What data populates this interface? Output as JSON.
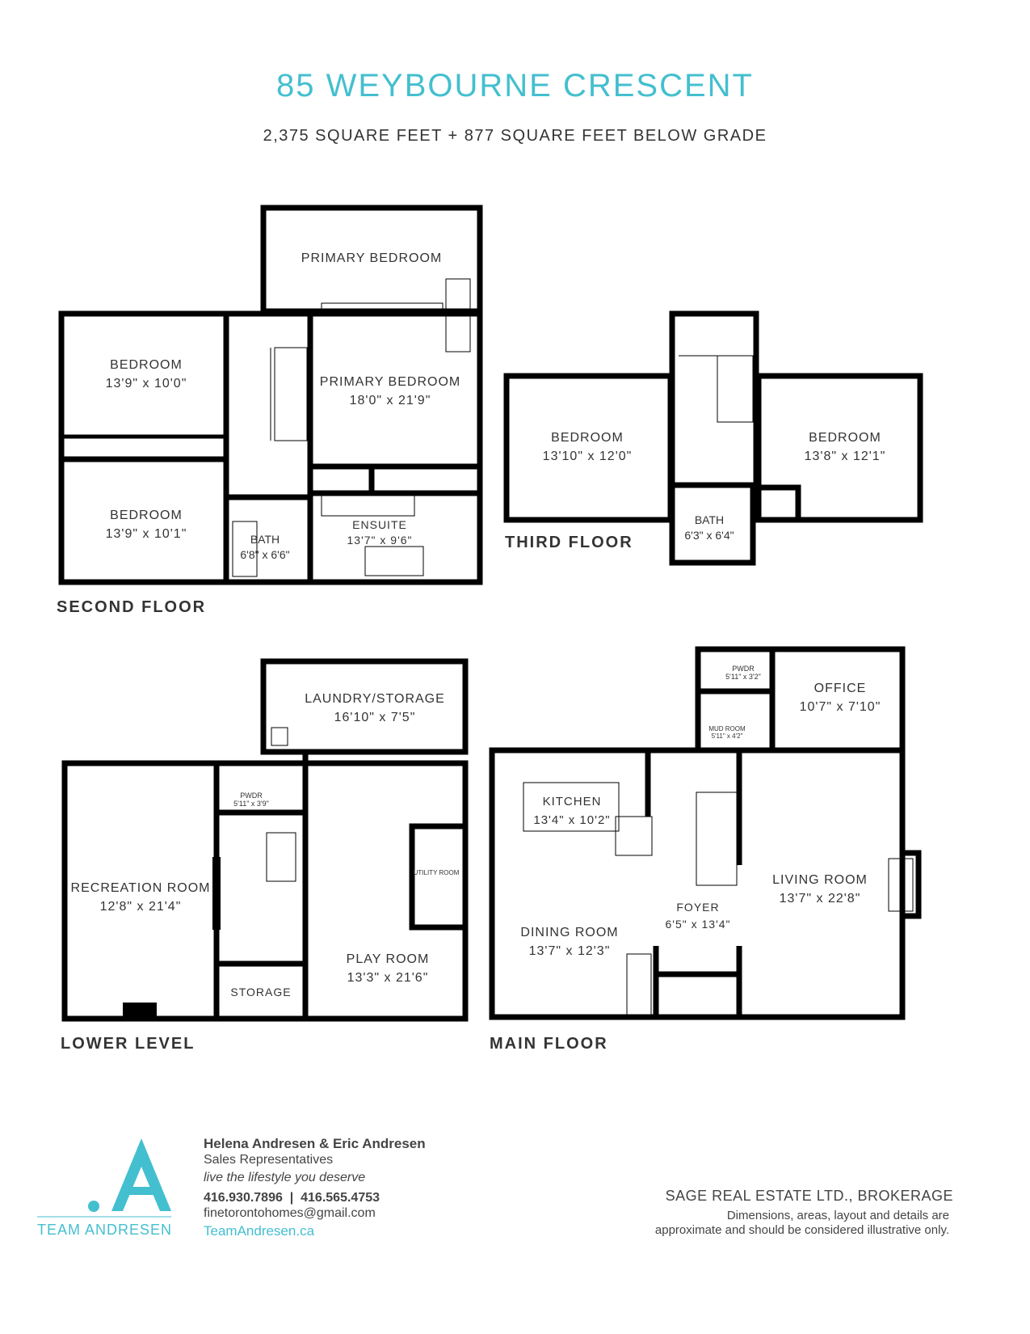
{
  "header": {
    "title": "85 WEYBOURNE CRESCENT",
    "subtitle": "2,375 SQUARE FEET + 877 SQUARE FEET BELOW GRADE"
  },
  "floors": {
    "second": {
      "label": "SECOND FLOOR",
      "rooms": [
        {
          "name": "PRIMARY BEDROOM",
          "dims": ""
        },
        {
          "name": "BEDROOM",
          "dims": "13'9\" x 10'0\""
        },
        {
          "name": "PRIMARY BEDROOM",
          "dims": "18'0\" x 21'9\""
        },
        {
          "name": "BEDROOM",
          "dims": "13'9\" x 10'1\""
        },
        {
          "name": "BATH",
          "dims": "6'8\" x 6'6\""
        },
        {
          "name": "ENSUITE",
          "dims": "13'7\" x 9'6\""
        }
      ]
    },
    "third": {
      "label": "THIRD FLOOR",
      "rooms": [
        {
          "name": "BEDROOM",
          "dims": "13'10\" x 12'0\""
        },
        {
          "name": "BEDROOM",
          "dims": "13'8\" x 12'1\""
        },
        {
          "name": "BATH",
          "dims": "6'3\" x 6'4\""
        }
      ]
    },
    "lower": {
      "label": "LOWER LEVEL",
      "rooms": [
        {
          "name": "LAUNDRY/STORAGE",
          "dims": "16'10\" x 7'5\""
        },
        {
          "name": "PWDR",
          "dims": "5'11\" x 3'9\""
        },
        {
          "name": "RECREATION ROOM",
          "dims": "12'8\" x 21'4\""
        },
        {
          "name": "UTILITY ROOM",
          "dims": ""
        },
        {
          "name": "PLAY ROOM",
          "dims": "13'3\" x 21'6\""
        },
        {
          "name": "STORAGE",
          "dims": ""
        }
      ]
    },
    "main": {
      "label": "MAIN FLOOR",
      "rooms": [
        {
          "name": "PWDR",
          "dims": "5'11\" x 3'2\""
        },
        {
          "name": "OFFICE",
          "dims": "10'7\" x 7'10\""
        },
        {
          "name": "MUD ROOM",
          "dims": "5'11\" x 4'2\""
        },
        {
          "name": "KITCHEN",
          "dims": "13'4\" x 10'2\""
        },
        {
          "name": "LIVING ROOM",
          "dims": "13'7\" x 22'8\""
        },
        {
          "name": "FOYER",
          "dims": "6'5\" x 13'4\""
        },
        {
          "name": "DINING ROOM",
          "dims": "13'7\" x 12'3\""
        }
      ]
    }
  },
  "footer": {
    "brand": "TEAM ANDRESEN",
    "agents": "Helena Andresen & Eric Andresen",
    "role": "Sales Representatives",
    "tagline": "live the lifestyle you deserve",
    "phones": "416.930.7896  |  416.565.4753",
    "email": "finetorontohomes@gmail.com",
    "website": "TeamAndresen.ca",
    "brokerage": "SAGE REAL ESTATE LTD., BROKERAGE",
    "disclaimer1": "Dimensions, areas, layout and details are",
    "disclaimer2": "approximate and should be considered illustrative only."
  },
  "colors": {
    "accent": "#44bfcf",
    "wall": "#000000",
    "text": "#333333"
  }
}
